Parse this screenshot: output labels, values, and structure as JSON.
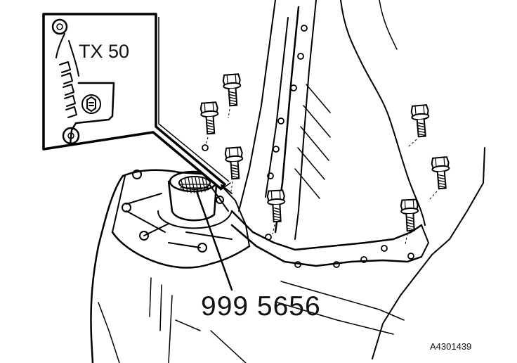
{
  "labels": {
    "torx_size": "TX 50",
    "tool_number": "999 5656",
    "figure_ref": "A4301439"
  },
  "colors": {
    "ink": "#000000",
    "background": "#ffffff"
  },
  "icons": [
    "bolt-icon",
    "torx-bolt-icon",
    "tool-icon"
  ]
}
